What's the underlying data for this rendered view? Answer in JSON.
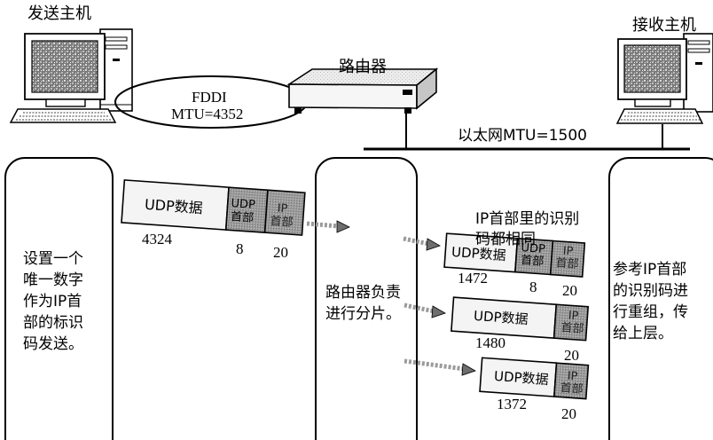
{
  "hosts": {
    "sender": {
      "label": "发送主机"
    },
    "receiver": {
      "label": "接收主机"
    }
  },
  "router": {
    "label": "路由器"
  },
  "links": {
    "fddi": {
      "name": "FDDI",
      "mtu": "MTU=4352"
    },
    "ethernet": {
      "label": "以太网MTU=1500"
    }
  },
  "panels": {
    "sender_note": "设置一个\n唯一数字\n作为IP首\n部的标识\n码发送。",
    "router_note": "路由器负责\n进行分片。",
    "receiver_note": "参考IP首部\n的识别码进\n行重组，传\n给上层。"
  },
  "fragments_note": "IP首部里的识别\n码都相同",
  "original_packet": {
    "data_label": "UDP数据",
    "udp_header_label": "UDP\n首部",
    "ip_header_label": "IP\n首部",
    "data_size": "4324",
    "udp_header_size": "8",
    "ip_header_size": "20"
  },
  "fragments": [
    {
      "data_label": "UDP数据",
      "udp_header_label": "UDP\n首部",
      "ip_header_label": "IP\n首部",
      "data_size": "1472",
      "udp_header_size": "8",
      "ip_header_size": "20"
    },
    {
      "data_label": "UDP数据",
      "ip_header_label": "IP\n首部",
      "data_size": "1480",
      "ip_header_size": "20"
    },
    {
      "data_label": "UDP数据",
      "ip_header_label": "IP\n首部",
      "data_size": "1372",
      "ip_header_size": "20"
    }
  ],
  "colors": {
    "header_fill": "#8c8c8c",
    "data_fill": "#f4f4f4",
    "arrow": "#9a9a9a"
  }
}
